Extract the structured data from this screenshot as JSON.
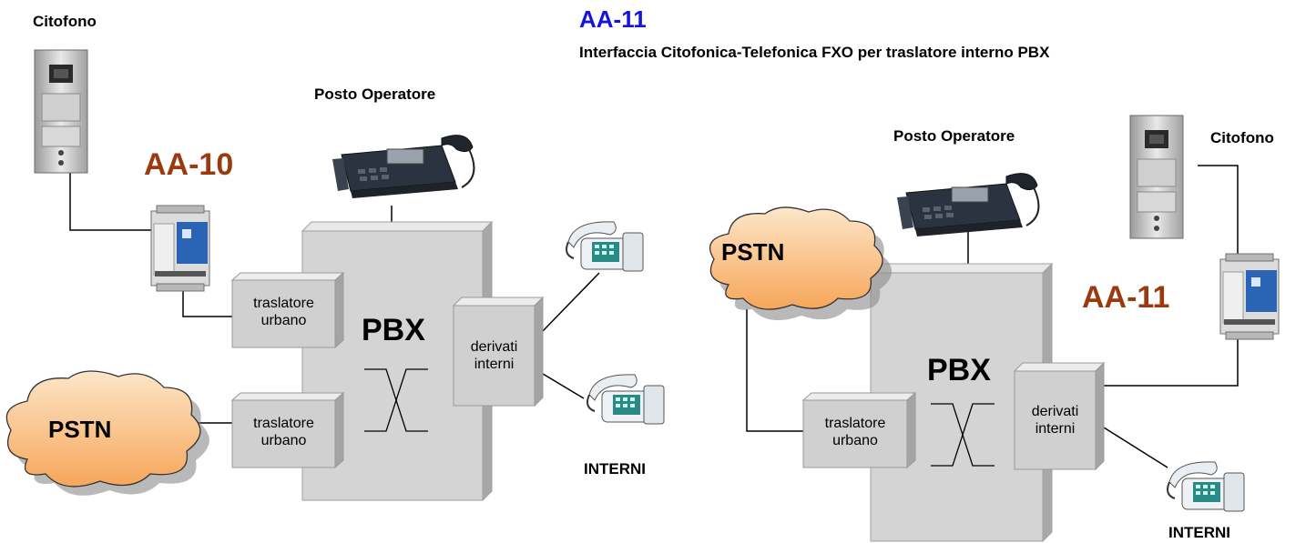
{
  "header": {
    "title": "AA-11",
    "subtitle": "Interfaccia Citofonica-Telefonica FXO per traslatore interno PBX"
  },
  "left": {
    "citofono_label": "Citofono",
    "device_label": "AA-10",
    "operator_label": "Posto Operatore",
    "pbx_label": "PBX",
    "trunk_top": [
      "traslatore",
      "urbano"
    ],
    "trunk_bottom": [
      "traslatore",
      "urbano"
    ],
    "extensions": [
      "derivati",
      "interni"
    ],
    "pstn_label": "PSTN",
    "interni_label": "INTERNI"
  },
  "right": {
    "citofono_label": "Citofono",
    "device_label": "AA-11",
    "operator_label": "Posto Operatore",
    "pbx_label": "PBX",
    "trunk": [
      "traslatore",
      "urbano"
    ],
    "extensions": [
      "derivati",
      "interni"
    ],
    "pstn_label": "PSTN",
    "interni_label": "INTERNI"
  },
  "colors": {
    "title_blue": "#1515d9",
    "device_brown": "#9a3a0e",
    "cloud_fill": "#fbc98e",
    "box_fill": "#d4d4d4"
  },
  "icons": [
    "intercom-panel-icon",
    "din-rail-module-icon",
    "operator-console-icon",
    "telephone-icon",
    "cloud-icon"
  ]
}
